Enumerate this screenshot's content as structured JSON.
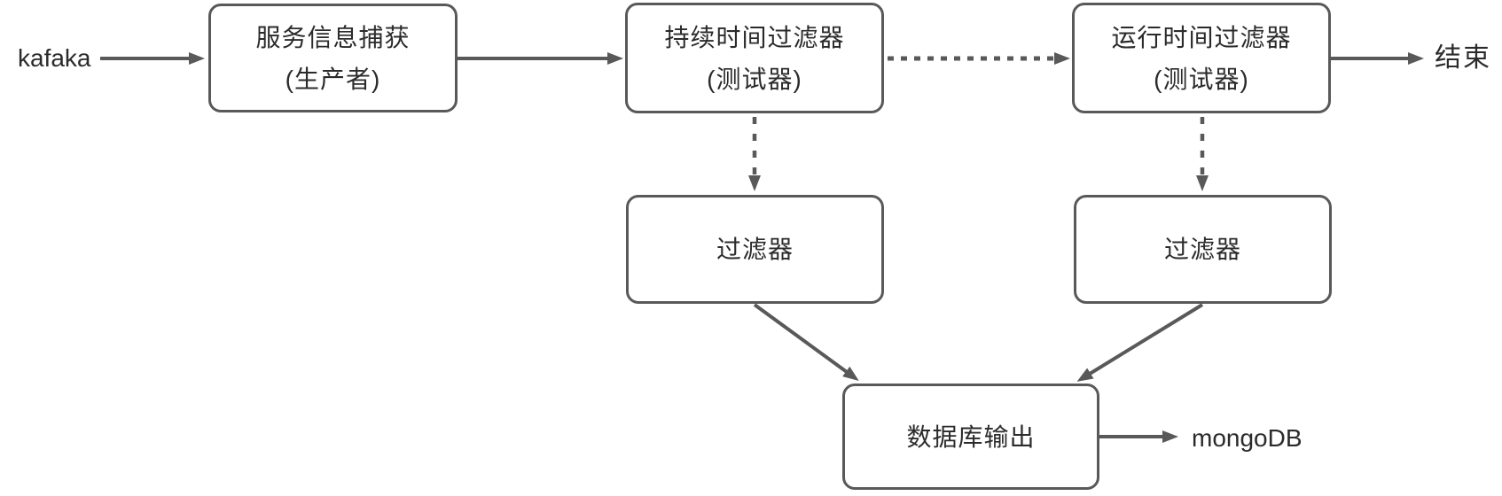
{
  "diagram": {
    "colors": {
      "line": "#595959",
      "text": "#2b2b2b",
      "node_bg": "#ffffff",
      "page_bg": "#ffffff"
    },
    "nodes": {
      "capture": {
        "line1": "服务信息捕获",
        "line2": "(生产者)"
      },
      "duration_filter": {
        "line1": "持续时间过滤器",
        "line2": "(测试器)"
      },
      "runtime_filter": {
        "line1": "运行时间过滤器",
        "line2": "(测试器)"
      },
      "filter_left": {
        "line1": "过滤器"
      },
      "filter_right": {
        "line1": "过滤器"
      },
      "db_output": {
        "line1": "数据库输出"
      }
    },
    "labels": {
      "source": "kafaka",
      "end": "结束",
      "sink": "mongoDB"
    },
    "edges": [
      {
        "from": "kafaka",
        "to": "服务信息捕获",
        "style": "solid"
      },
      {
        "from": "服务信息捕获",
        "to": "持续时间过滤器",
        "style": "solid"
      },
      {
        "from": "持续时间过滤器",
        "to": "运行时间过滤器",
        "style": "dashed"
      },
      {
        "from": "运行时间过滤器",
        "to": "结束",
        "style": "solid"
      },
      {
        "from": "持续时间过滤器",
        "to": "过滤器(左)",
        "style": "dashed"
      },
      {
        "from": "运行时间过滤器",
        "to": "过滤器(右)",
        "style": "dashed"
      },
      {
        "from": "过滤器(左)",
        "to": "数据库输出",
        "style": "solid"
      },
      {
        "from": "过滤器(右)",
        "to": "数据库输出",
        "style": "solid"
      },
      {
        "from": "数据库输出",
        "to": "mongoDB",
        "style": "solid"
      }
    ]
  }
}
